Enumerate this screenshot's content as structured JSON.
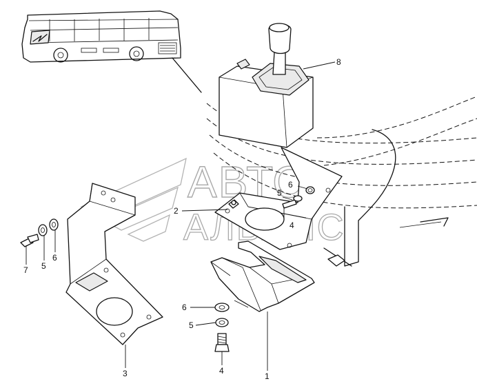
{
  "watermark": {
    "line1": "АВТО",
    "line2": "АЛЬЯНС"
  },
  "callouts": {
    "c1": "1",
    "c2": "2",
    "c3": "3",
    "c4a": "4",
    "c4b": "4",
    "c5a": "5",
    "c5b": "5",
    "c5c": "5",
    "c6a": "6",
    "c6b": "6",
    "c6c": "6",
    "c7": "7",
    "c8": "8"
  }
}
